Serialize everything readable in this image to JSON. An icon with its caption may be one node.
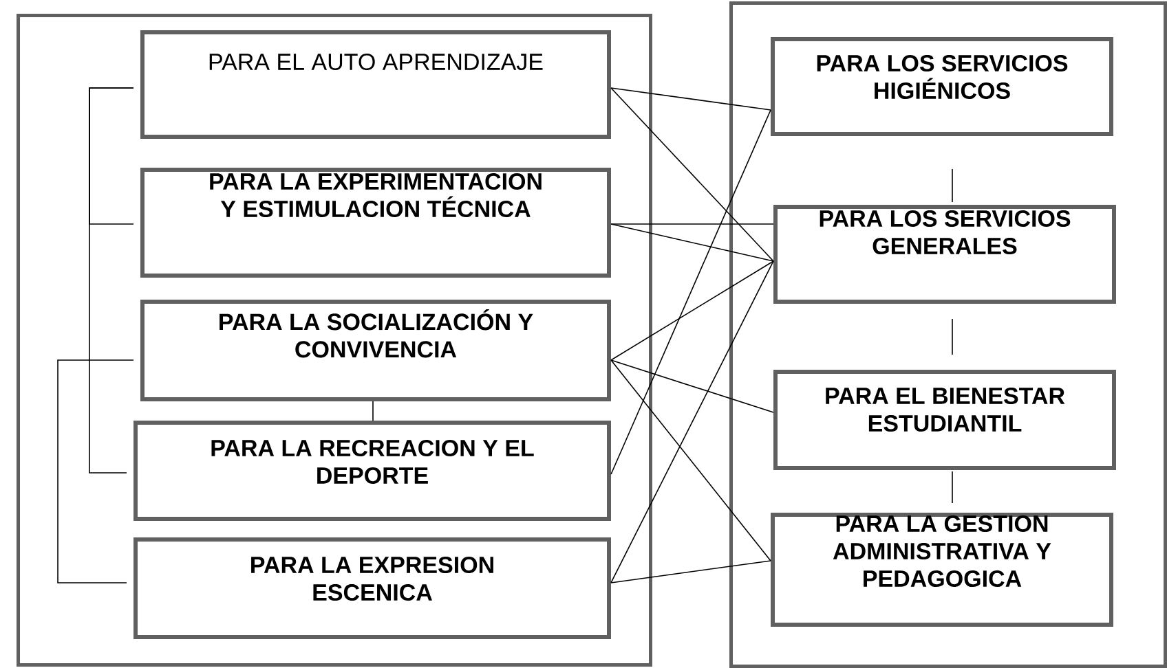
{
  "diagram": {
    "nodes": [
      {
        "text": [],
        "shape": "box"
      },
      {
        "text": [],
        "shape": "box"
      },
      {
        "text": [
          "PARA EL AUTO APRENDIZAJE"
        ],
        "in": 0
      },
      {
        "text": [
          "PARA LA EXPERIMENTACION Y ESTIMULACION TÉCNICA"
        ],
        "in": 0
      },
      {
        "text": [
          "PARA LA SOCIALIZACIÓN Y CONVIVENCIA"
        ],
        "in": 0
      },
      {
        "text": [
          "PARA LA RECREACION Y EL DEPORTE"
        ],
        "in": 0
      },
      {
        "text": [
          "PARA LA EXPRESION ESCENICA"
        ],
        "in": 0
      },
      {
        "text": [
          "PARA LOS SERVICIOS HIGIÉNICOS"
        ],
        "in": 1
      },
      {
        "text": [
          "PARA LOS SERVICIOS GENERALES"
        ],
        "in": 1
      },
      {
        "text": [
          "PARA EL BIENESTAR ESTUDIANTIL"
        ],
        "in": 1
      },
      {
        "text": [
          "PARA LA GESTION ADMINISTRATIVA Y PEDAGOGICA"
        ],
        "in": 1
      }
    ],
    "edges": [
      {
        "from": 2,
        "to": 7,
        "arrow": "none"
      },
      {
        "from": 2,
        "to": 8,
        "arrow": "none"
      },
      {
        "from": 3,
        "to": 8,
        "arrow": "none"
      },
      {
        "from": 3,
        "to": 8,
        "arrow": "none"
      },
      {
        "from": 4,
        "to": 8,
        "arrow": "none"
      },
      {
        "from": 4,
        "to": 9,
        "arrow": "none"
      },
      {
        "from": 4,
        "to": 10,
        "arrow": "none"
      },
      {
        "from": 5,
        "to": 7,
        "arrow": "none"
      },
      {
        "from": 6,
        "to": 8,
        "arrow": "none"
      },
      {
        "from": 6,
        "to": 10,
        "arrow": "none"
      },
      {
        "from": 7,
        "to": 8,
        "arrow": "none"
      },
      {
        "from": 8,
        "to": 9,
        "arrow": "none"
      },
      {
        "from": 9,
        "to": 10,
        "arrow": "none"
      },
      {
        "from": 4,
        "to": 5,
        "arrow": "none"
      },
      {
        "from": 2,
        "to": 3,
        "arrow": "none"
      },
      {
        "from": 2,
        "to": 5,
        "arrow": "none"
      },
      {
        "from": 4,
        "to": 6,
        "arrow": "none"
      }
    ]
  }
}
